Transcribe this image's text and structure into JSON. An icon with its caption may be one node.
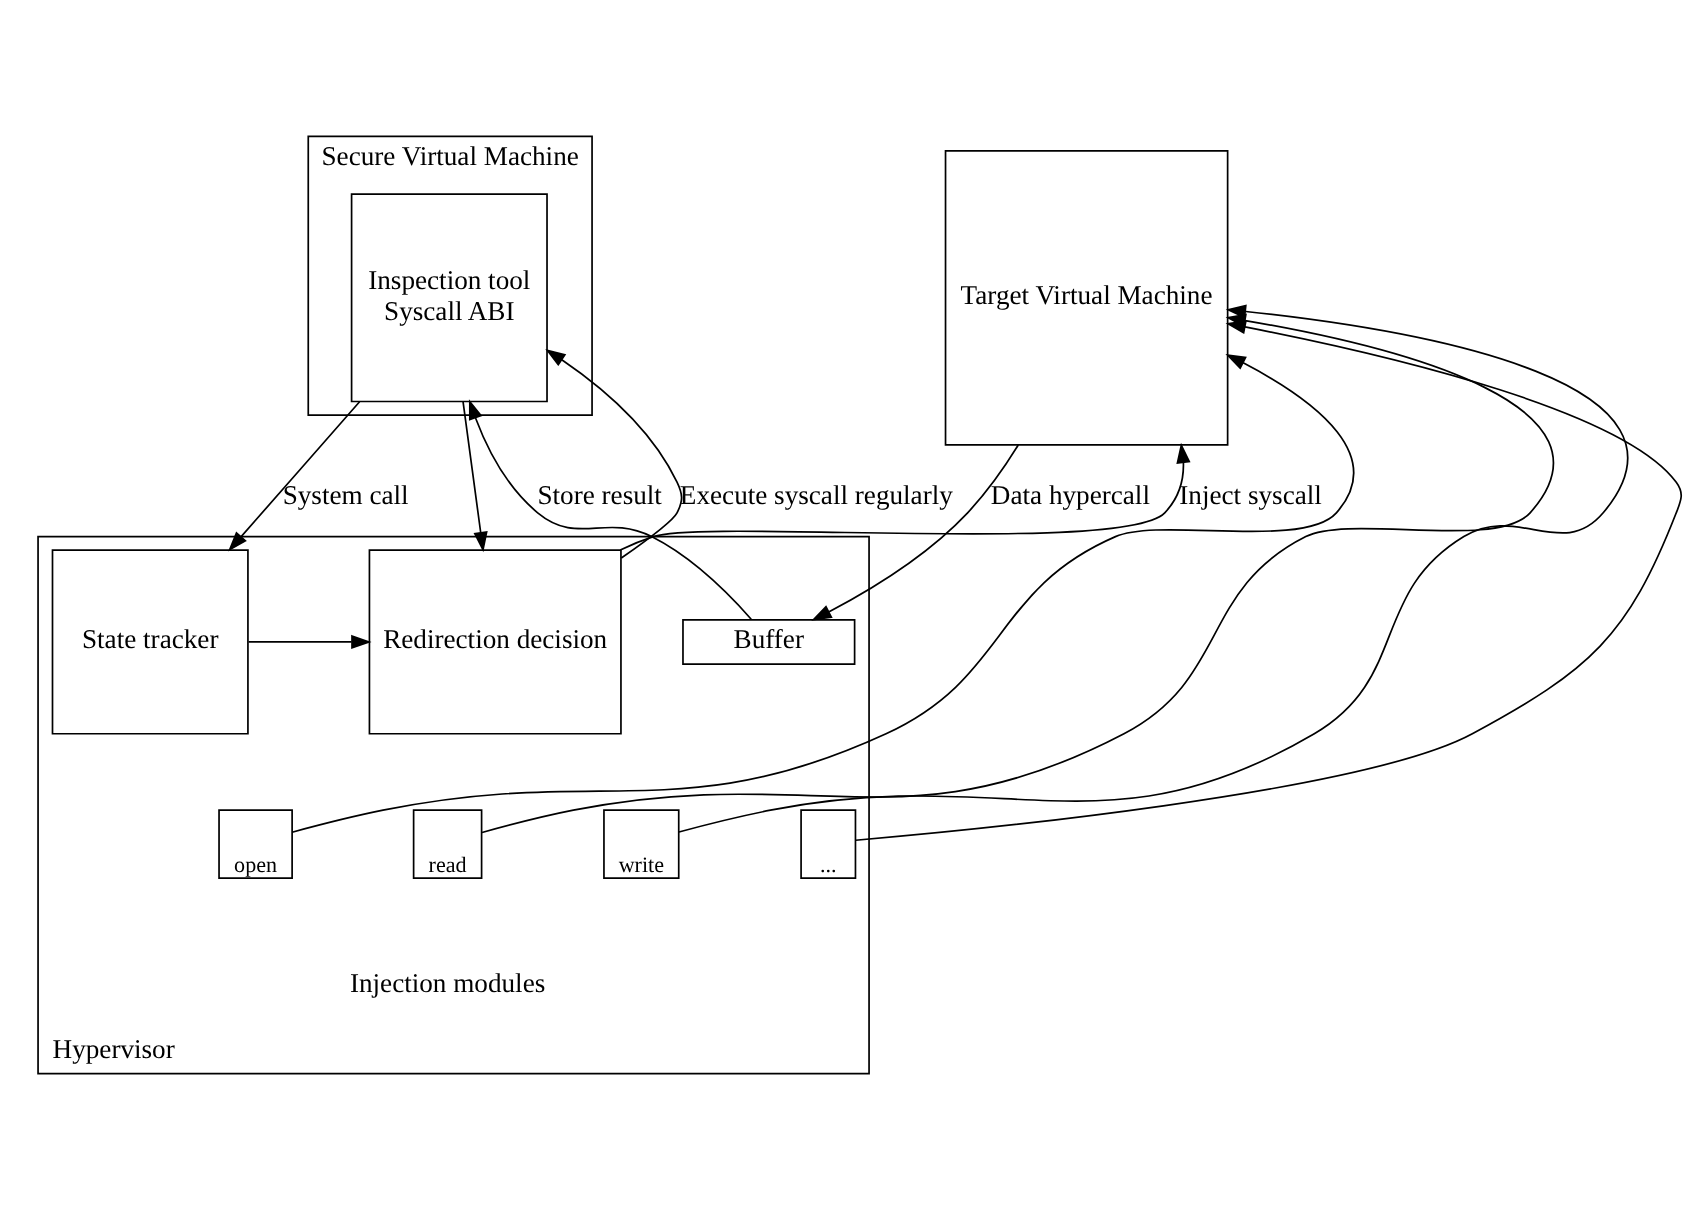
{
  "diagram": {
    "nodes": [
      {
        "text": [
          "Secure Virtual Machine"
        ]
      },
      {
        "text": [
          "Inspection tool",
          "Syscall ABI"
        ],
        "in": 0
      },
      {
        "text": [
          "Target Virtual Machine"
        ]
      },
      {
        "text": [
          "Hypervisor"
        ]
      },
      {
        "text": [
          "Buffer"
        ],
        "in": 3
      },
      {
        "text": [
          "State tracker"
        ],
        "in": 3
      },
      {
        "text": [
          "Redirection decision"
        ],
        "in": 3
      },
      {
        "text": [
          "open"
        ],
        "in": 3
      },
      {
        "text": [
          "read"
        ],
        "in": 3
      },
      {
        "text": [
          "write"
        ],
        "in": 3
      },
      {
        "text": [
          "..."
        ],
        "in": 3
      }
    ],
    "edges": [
      {
        "from": 1,
        "to": 5,
        "arrow": "to",
        "label": "System call"
      },
      {
        "from": 1,
        "to": 6,
        "arrow": "to"
      },
      {
        "from": 5,
        "to": 6,
        "arrow": "to"
      },
      {
        "from": 6,
        "to": 1,
        "arrow": "to",
        "label": "Execute syscall regularly"
      },
      {
        "from": 4,
        "to": 1,
        "arrow": "to",
        "label": "Store result"
      },
      {
        "from": 2,
        "to": 4,
        "arrow": "to",
        "label": "Data hypercall"
      },
      {
        "from": 6,
        "to": 2,
        "arrow": "to",
        "label": "Inject syscall"
      },
      {
        "from": 7,
        "to": 2,
        "arrow": "to"
      },
      {
        "from": 8,
        "to": 2,
        "arrow": "to"
      },
      {
        "from": 9,
        "to": 2,
        "arrow": "to"
      },
      {
        "from": 10,
        "to": 2,
        "arrow": "to"
      }
    ],
    "labels": [
      "Injection modules"
    ]
  }
}
